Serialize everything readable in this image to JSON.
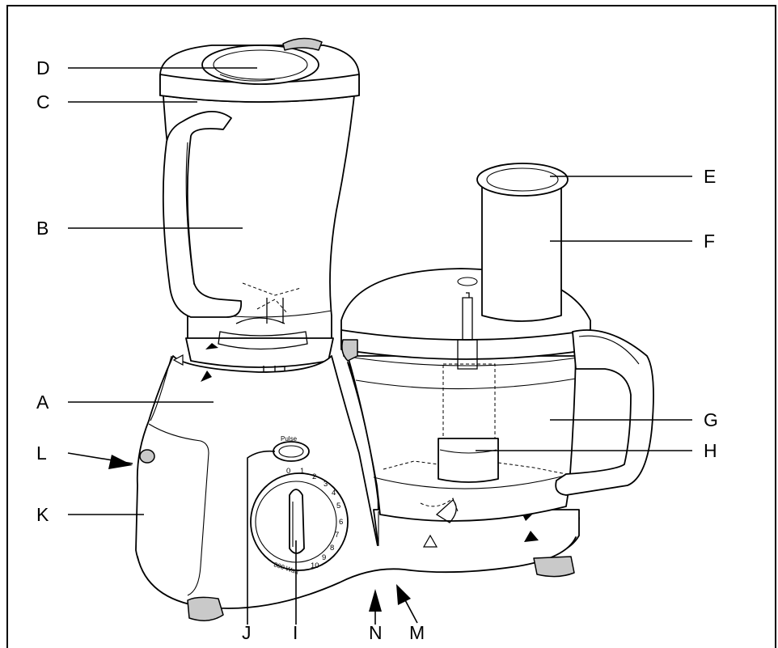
{
  "labels": {
    "A": "A",
    "B": "B",
    "C": "C",
    "D": "D",
    "E": "E",
    "F": "F",
    "G": "G",
    "H": "H",
    "I": "I",
    "J": "J",
    "K": "K",
    "L": "L",
    "M": "M",
    "N": "N"
  },
  "device_text": {
    "pulse": "Pulse",
    "wattage": "800 Watt",
    "speed_marks": [
      "0",
      "1",
      "2",
      "3",
      "4",
      "5",
      "6",
      "7",
      "8",
      "9",
      "10"
    ]
  }
}
